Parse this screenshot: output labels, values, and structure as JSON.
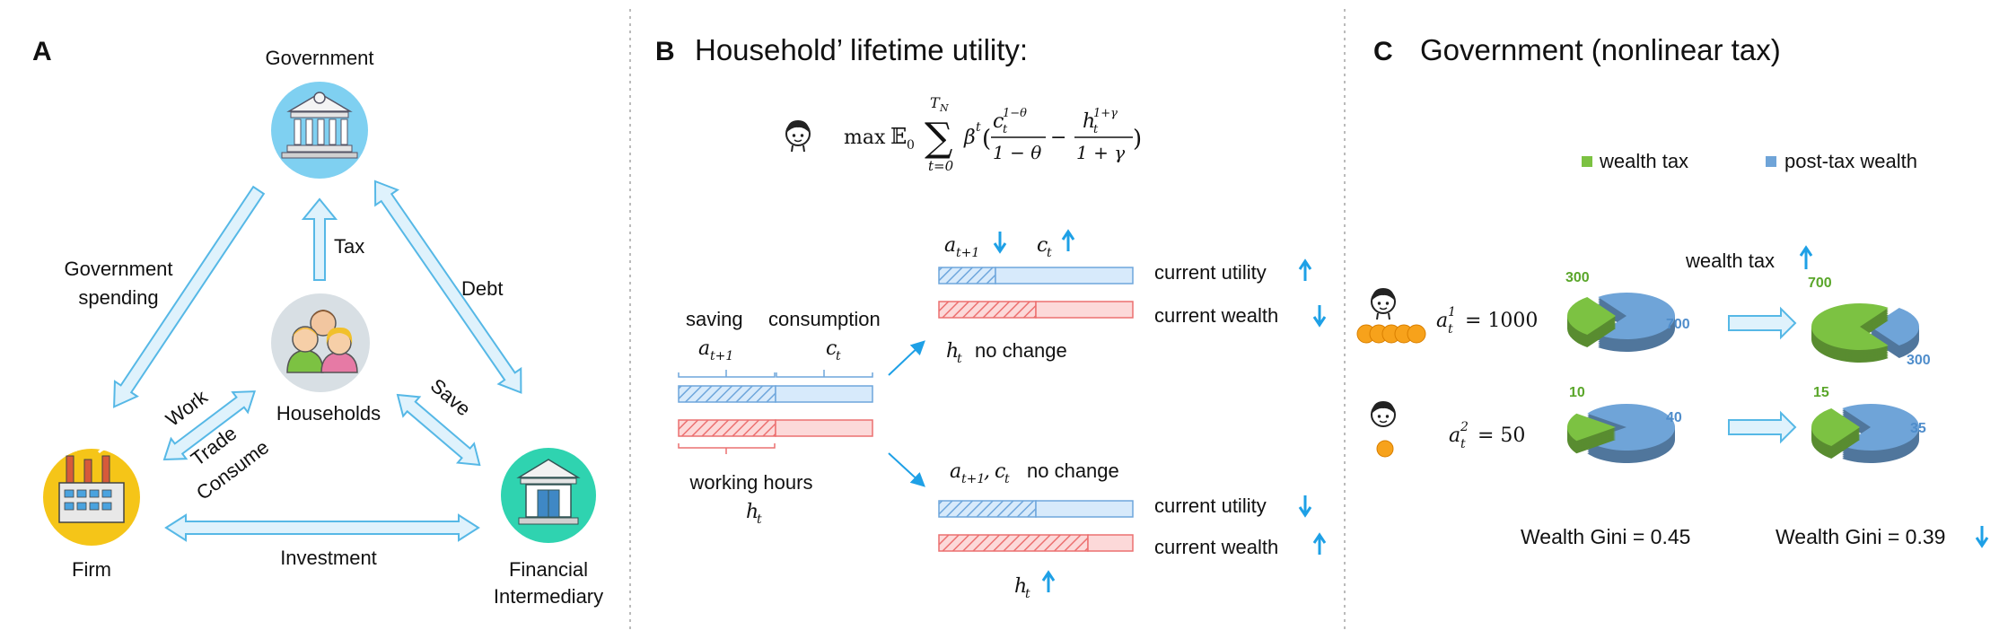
{
  "panel_a": {
    "letter": "A",
    "government": "Government",
    "households": "Households",
    "firm": "Firm",
    "financial_1": "Financial",
    "financial_2": "Intermediary",
    "tax": "Tax",
    "debt": "Debt",
    "gov_spending_1": "Government",
    "gov_spending_2": "spending",
    "work": "Work",
    "trade": "Trade",
    "consume": "Consume",
    "save": "Save",
    "investment": "Investment"
  },
  "panel_b": {
    "letter": "B",
    "title": "Household’ lifetime utility:",
    "formula": {
      "max": "max",
      "E": "𝔼",
      "E_sub": "0",
      "sum_top": "T",
      "sum_top_sub": "N",
      "sum_bottom": "t=0",
      "beta": "β",
      "beta_sup": "t",
      "frac1_num": "c",
      "frac1_num_sub": "t",
      "frac1_num_sup": "1−θ",
      "frac1_den": "1 − θ",
      "minus": "−",
      "frac2_num": "h",
      "frac2_num_sub": "t",
      "frac2_num_sup": "1+γ",
      "frac2_den": "1 + γ"
    },
    "saving": "saving",
    "consumption": "consumption",
    "a": "a",
    "a_sub": "t+1",
    "c": "c",
    "c_sub": "t",
    "working_hours": "working hours",
    "h": "h",
    "h_sub": "t",
    "top_case": {
      "current_utility": "current utility",
      "current_wealth": "current wealth",
      "h_no_change": "no change"
    },
    "bottom_case": {
      "ac_label": "a",
      "ac_sub": "t+1",
      "ac_c": "c",
      "ac_c_sub": "t",
      "no_change": "no change",
      "current_utility": "current utility",
      "current_wealth": "current wealth"
    },
    "colors": {
      "blue_bar": "#d7eafb",
      "blue_hatch": "#6ea6dc",
      "red_bar": "#fcd9d9",
      "red_hatch": "#ec7070",
      "arrow": "#1ea0e6"
    }
  },
  "panel_c": {
    "letter": "C",
    "title": "Government (nonlinear tax)",
    "legend": [
      {
        "label": "wealth tax",
        "color": "#7cc242"
      },
      {
        "label": "post-tax wealth",
        "color": "#6fa4d8"
      }
    ],
    "wealth_tax_up": "wealth tax",
    "agent1": {
      "a": "a",
      "sup": "1",
      "sub": "t",
      "value": "= 1000"
    },
    "agent2": {
      "a": "a",
      "sup": "2",
      "sub": "t",
      "value": "= 50"
    },
    "gini_before": "Wealth Gini = 0.45",
    "gini_after": "Wealth Gini = 0.39",
    "pies": [
      {
        "tax": 300,
        "post": 700,
        "tax_label": "300",
        "post_label": "700"
      },
      {
        "tax": 700,
        "post": 300,
        "tax_label": "700",
        "post_label": "300"
      },
      {
        "tax": 10,
        "post": 40,
        "tax_label": "10",
        "post_label": "40"
      },
      {
        "tax": 15,
        "post": 35,
        "tax_label": "15",
        "post_label": "35"
      }
    ]
  }
}
